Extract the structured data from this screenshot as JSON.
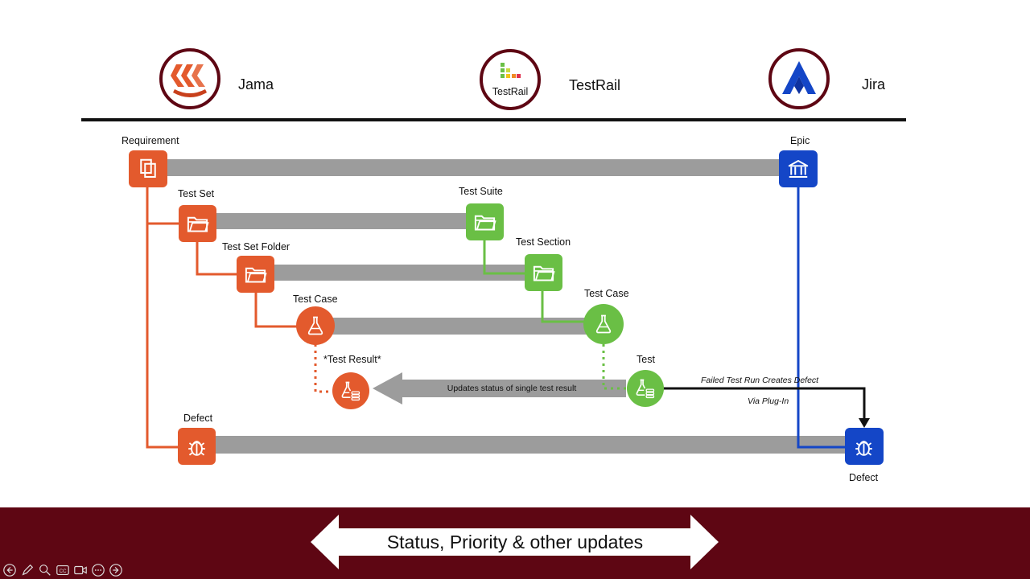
{
  "tools": {
    "jama": "Jama",
    "testrail": "TestRail",
    "testrail_logo_text": "TestRail",
    "jira": "Jira"
  },
  "nodes": {
    "requirement": "Requirement",
    "epic": "Epic",
    "test_set": "Test Set",
    "test_suite": "Test Suite",
    "test_set_folder": "Test Set Folder",
    "test_section": "Test Section",
    "test_case_jama": "Test Case",
    "test_case_testrail": "Test Case",
    "test_result": "*Test Result*",
    "test": "Test",
    "defect_jama": "Defect",
    "defect_jira": "Defect"
  },
  "annotations": {
    "updates_status": "Updates status of single test result",
    "failed_run": "Failed Test Run Creates   Defect",
    "via_plugin": "Via Plug-In"
  },
  "banner": {
    "text": "Status, Priority & other updates"
  },
  "colors": {
    "jama_orange": "#e35a2d",
    "testrail_green": "#6abf45",
    "jira_blue": "#1446c7",
    "maroon": "#5e0613",
    "connector_gray": "#9c9c9c"
  },
  "toolbar": [
    "back-icon",
    "pen-icon",
    "zoom-icon",
    "captions-icon",
    "video-icon",
    "more-icon",
    "forward-icon"
  ]
}
